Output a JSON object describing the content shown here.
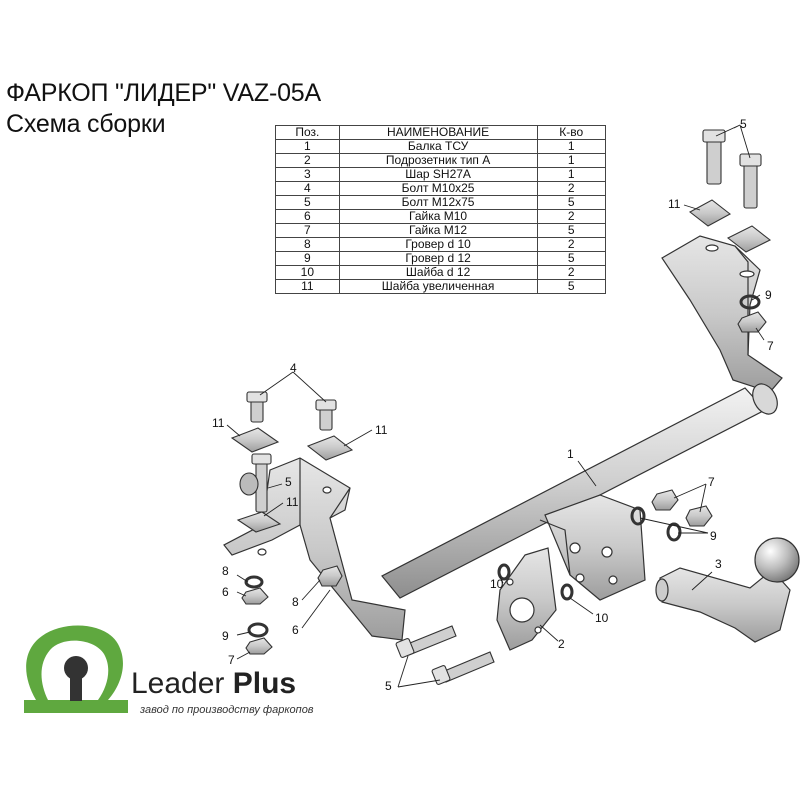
{
  "title": {
    "line1": "ФАРКОП \"ЛИДЕР\" VAZ-05A",
    "line2": "Схема сборки"
  },
  "parts_table": {
    "headers": [
      "Поз.",
      "НАИМЕНОВАНИЕ",
      "К-во"
    ],
    "rows": [
      [
        "1",
        "Балка ТСУ",
        "1"
      ],
      [
        "2",
        "Подрозетник тип А",
        "1"
      ],
      [
        "3",
        "Шар SH27A",
        "1"
      ],
      [
        "4",
        "Болт М10х25",
        "2"
      ],
      [
        "5",
        "Болт М12х75",
        "5"
      ],
      [
        "6",
        "Гайка  М10",
        "2"
      ],
      [
        "7",
        "Гайка М12",
        "5"
      ],
      [
        "8",
        "Гровер d 10",
        "2"
      ],
      [
        "9",
        "Гровер d 12",
        "5"
      ],
      [
        "10",
        "Шайба d 12",
        "2"
      ],
      [
        "11",
        "Шайба увеличенная",
        "5"
      ]
    ]
  },
  "callouts": [
    "5",
    "11",
    "9",
    "7",
    "4",
    "11",
    "11",
    "5",
    "11",
    "1",
    "7",
    "9",
    "8",
    "6",
    "8",
    "6",
    "10",
    "10",
    "2",
    "3",
    "9",
    "7",
    "5"
  ],
  "brand": {
    "name_light": "Leader ",
    "name_bold": "Plus",
    "tagline": "завод по производству фаркопов",
    "logo_color": "#5fa83f"
  }
}
